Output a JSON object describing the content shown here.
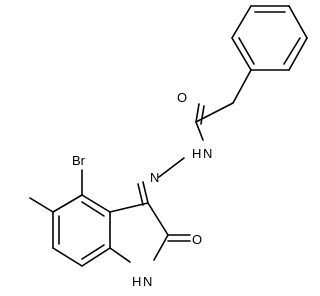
{
  "labels": {
    "oxygen_amide": "O",
    "nh_hydrazide": "N",
    "h_hydrazide": "H",
    "n_hydrazone": "N",
    "bromine": "Br",
    "oxygen_lactam": "O",
    "h_indole": "H",
    "n_indole": "N"
  }
}
